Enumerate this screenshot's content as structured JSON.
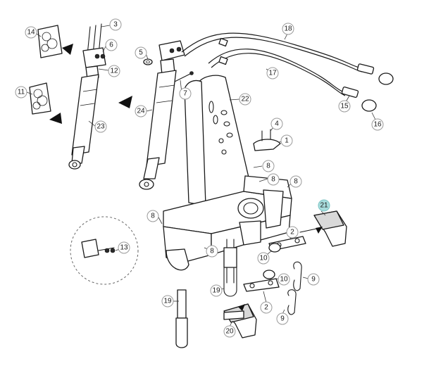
{
  "diagram": {
    "highlight_color": "#a8dcdc",
    "callouts": [
      {
        "id": "c14",
        "label": "14"
      },
      {
        "id": "c3",
        "label": "3"
      },
      {
        "id": "c6",
        "label": "6"
      },
      {
        "id": "c12",
        "label": "12"
      },
      {
        "id": "c5",
        "label": "5"
      },
      {
        "id": "c7",
        "label": "7"
      },
      {
        "id": "c11",
        "label": "11"
      },
      {
        "id": "c23",
        "label": "23"
      },
      {
        "id": "c24",
        "label": "24"
      },
      {
        "id": "c22",
        "label": "22"
      },
      {
        "id": "c18",
        "label": "18"
      },
      {
        "id": "c17",
        "label": "17"
      },
      {
        "id": "c15",
        "label": "15"
      },
      {
        "id": "c16",
        "label": "16"
      },
      {
        "id": "c4",
        "label": "4"
      },
      {
        "id": "c1",
        "label": "1"
      },
      {
        "id": "c8a",
        "label": "8"
      },
      {
        "id": "c8b",
        "label": "8"
      },
      {
        "id": "c8c",
        "label": "8"
      },
      {
        "id": "c8d",
        "label": "8"
      },
      {
        "id": "c8e",
        "label": "8"
      },
      {
        "id": "c21",
        "label": "21",
        "highlighted": true
      },
      {
        "id": "c2a",
        "label": "2"
      },
      {
        "id": "c13",
        "label": "13"
      },
      {
        "id": "c10a",
        "label": "10"
      },
      {
        "id": "c9a",
        "label": "9"
      },
      {
        "id": "c19a",
        "label": "19"
      },
      {
        "id": "c10b",
        "label": "10"
      },
      {
        "id": "c19b",
        "label": "19"
      },
      {
        "id": "c2b",
        "label": "2"
      },
      {
        "id": "c9b",
        "label": "9"
      },
      {
        "id": "c20",
        "label": "20"
      }
    ]
  }
}
